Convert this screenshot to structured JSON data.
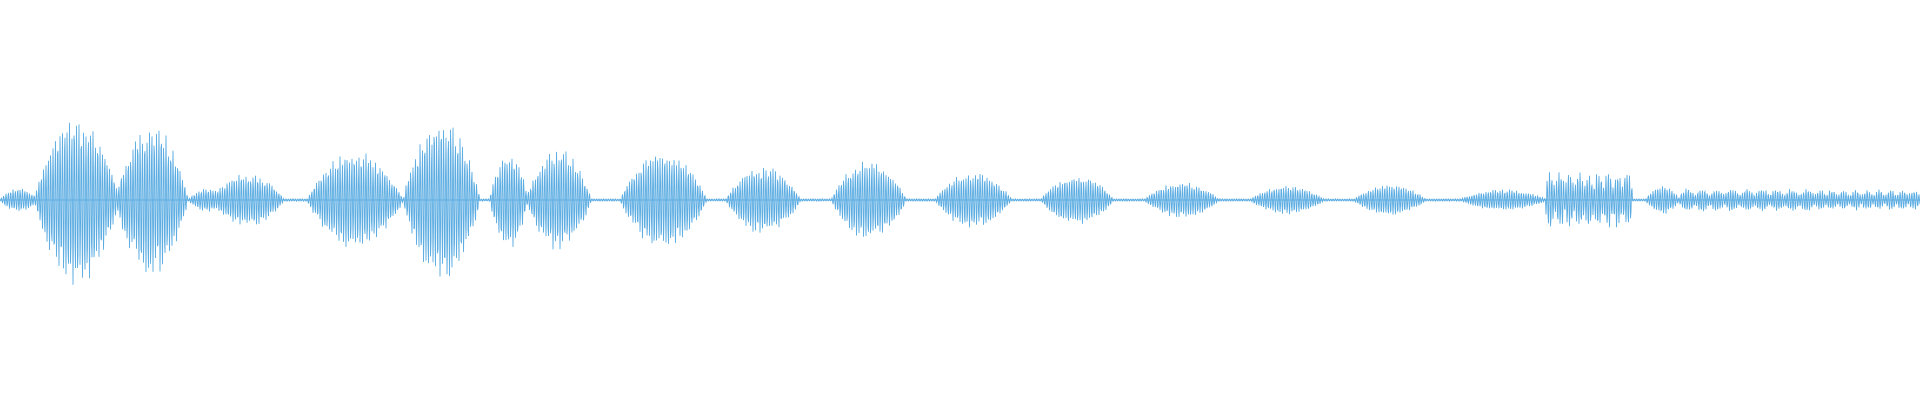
{
  "waveform": {
    "color": "#5dade2",
    "background": "#ffffff",
    "cycles_per_unit": 0.85,
    "segments": [
      {
        "start": 0.0,
        "end": 0.02,
        "amp": 0.1
      },
      {
        "start": 0.018,
        "end": 0.062,
        "amp": 0.72
      },
      {
        "start": 0.06,
        "end": 0.098,
        "amp": 0.65
      },
      {
        "start": 0.098,
        "end": 0.118,
        "amp": 0.1
      },
      {
        "start": 0.11,
        "end": 0.148,
        "amp": 0.23
      },
      {
        "start": 0.16,
        "end": 0.21,
        "amp": 0.42
      },
      {
        "start": 0.21,
        "end": 0.25,
        "amp": 0.7
      },
      {
        "start": 0.255,
        "end": 0.275,
        "amp": 0.42
      },
      {
        "start": 0.274,
        "end": 0.308,
        "amp": 0.43
      },
      {
        "start": 0.323,
        "end": 0.368,
        "amp": 0.42
      },
      {
        "start": 0.378,
        "end": 0.417,
        "amp": 0.29
      },
      {
        "start": 0.433,
        "end": 0.472,
        "amp": 0.34
      },
      {
        "start": 0.487,
        "end": 0.527,
        "amp": 0.24
      },
      {
        "start": 0.542,
        "end": 0.58,
        "amp": 0.21
      },
      {
        "start": 0.596,
        "end": 0.635,
        "amp": 0.15
      },
      {
        "start": 0.651,
        "end": 0.69,
        "amp": 0.12
      },
      {
        "start": 0.705,
        "end": 0.743,
        "amp": 0.13
      },
      {
        "start": 0.76,
        "end": 0.806,
        "amp": 0.09
      },
      {
        "start": 0.805,
        "end": 0.85,
        "amp": 0.25,
        "style": "burst"
      },
      {
        "start": 0.857,
        "end": 0.875,
        "amp": 0.12
      },
      {
        "start": 0.875,
        "end": 0.945,
        "amp": 0.1,
        "style": "burst"
      },
      {
        "start": 0.945,
        "end": 1.0,
        "amp": 0.09,
        "style": "burst"
      }
    ]
  }
}
